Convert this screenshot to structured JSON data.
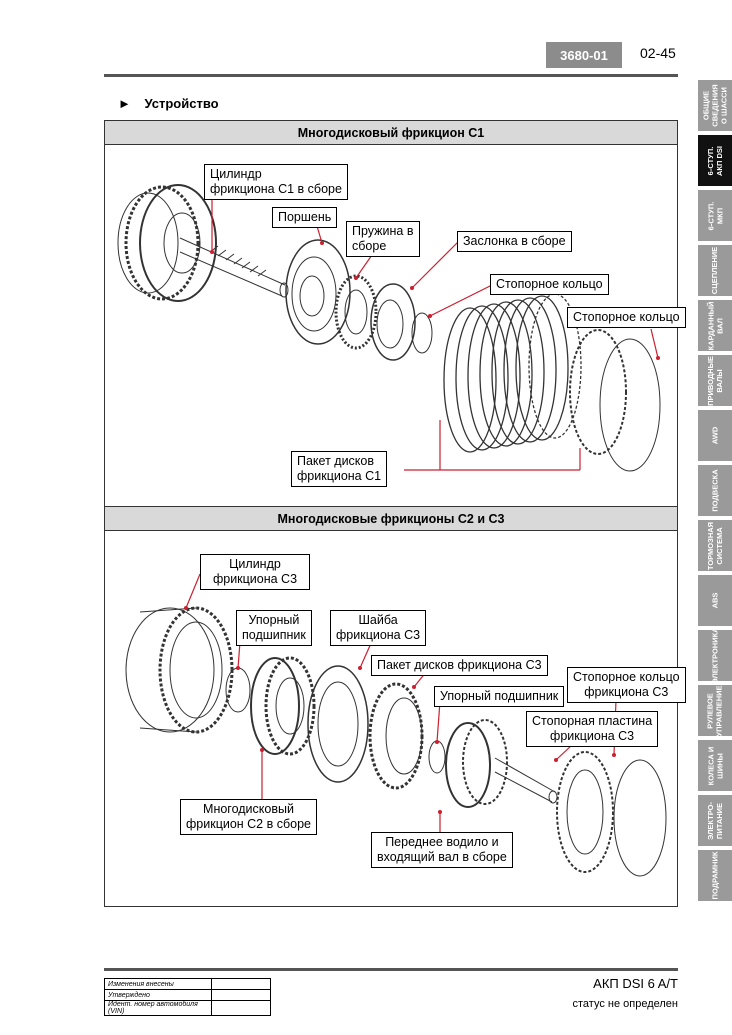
{
  "header": {
    "code": "3680-01",
    "page": "02-45"
  },
  "section": {
    "arrow": "►",
    "title": "Устройство"
  },
  "panel1": {
    "title": "Многодисковый фрикцион C1",
    "labels": {
      "cylinder": "Цилиндр\nфрикциона C1 в сборе",
      "piston": "Поршень",
      "spring": "Пружина в\nсборе",
      "shutter": "Заслонка в сборе",
      "retaining_ring_1": "Стопорное кольцо",
      "retaining_ring_2": "Стопорное кольцо",
      "disc_pack": "Пакет дисков\nфрикциона C1"
    }
  },
  "panel2": {
    "title": "Многодисковые фрикционы C2 и C3",
    "labels": {
      "cylinder": "Цилиндр\nфрикциона C3",
      "thrust_bearing_1": "Упорный\nподшипник",
      "washer": "Шайба\nфрикциона C3",
      "disc_pack": "Пакет дисков фрикциона C3",
      "thrust_bearing_2": "Упорный подшипник",
      "retaining_ring": "Стопорное кольцо\nфрикциона C3",
      "retaining_plate": "Стопорная пластина\nфрикциона C3",
      "clutch_c2": "Многодисковый\nфрикцион C2 в сборе",
      "carrier": "Переднее водило и\nвходящий вал в сборе"
    }
  },
  "tabs": [
    "ОБЩИЕ\nСВЕДЕНИЯ\nО ШАССИ",
    "6-СТУП.\nАКП DSI",
    "6-СТУП.\nМКП",
    "СЦЕПЛЕНИЕ",
    "КАРДАННЫЙ\nВАЛ",
    "ПРИВОДНЫЕ\nВАЛЫ",
    "AWD",
    "ПОДВЕСКА",
    "ТОРМОЗНАЯ\nСИСТЕМА",
    "ABS",
    "ЭЛЕКТРОНИКА",
    "РУЛЕВОЕ\nУПРАВЛЕНИЕ",
    "КОЛЕСА И\nШИНЫ",
    "ЭЛЕКТРО-\nПИТАНИЕ",
    "ПОДРАМНИК"
  ],
  "active_tab": 1,
  "footer": {
    "rows": [
      "Изменения внесены",
      "Утверждено",
      "Идент. номер автомобиля (VIN)"
    ],
    "title": "АКП DSI 6 A/T",
    "status": "статус не определен"
  },
  "colors": {
    "leader": "#cc1f2f",
    "tab": "#9a9a9a",
    "tab_active": "#111111",
    "band": "#d9d9d9"
  }
}
